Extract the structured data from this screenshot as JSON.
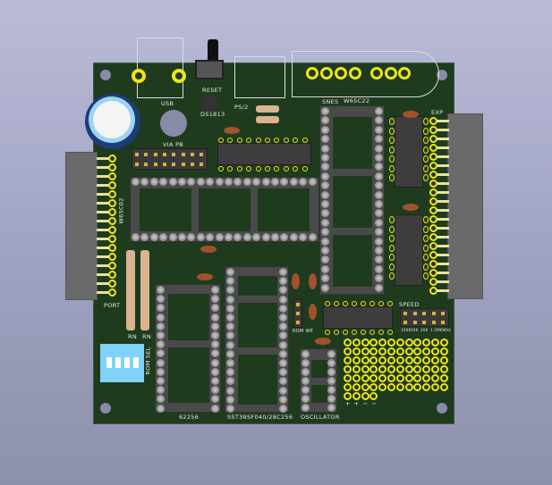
{
  "board": {
    "labels": {
      "usb": "USB",
      "reset": "RESET",
      "ds1813": "DS1813",
      "ps2": "PS/2",
      "snes": "SNES",
      "w65c22": "W65C22",
      "exp": "EXP",
      "via_pb": "VIA PB",
      "w65c02": "W65C02",
      "port": "PORT",
      "rn1": "RN",
      "rn2": "RN",
      "rom_sel": "ROM SEL",
      "ram": "62256",
      "rom": "SST39SF040/28C256",
      "oscillator": "OSCILLATOR",
      "rom_we": "ROM WE",
      "speed": "SPEED",
      "speed_options": [
        "100K",
        "50K",
        "20K",
        "1.5M",
        "6MHz"
      ],
      "proto_power": [
        "+",
        "+",
        "−",
        "−"
      ]
    },
    "colors": {
      "pcb": "#1e3b1e",
      "pad": "#f0e41a",
      "dip_switch": "#7fd3f7"
    }
  }
}
